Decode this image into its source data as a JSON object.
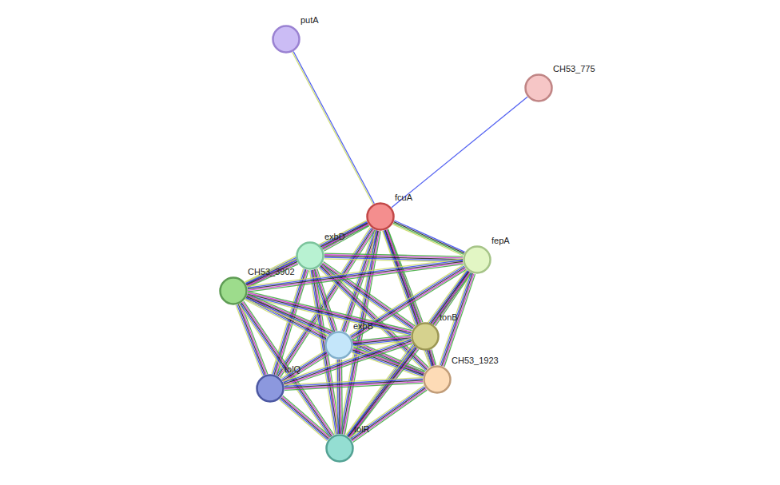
{
  "diagram": {
    "nodes": [
      {
        "text": [
          "putA"
        ]
      },
      {
        "text": [
          "CH53_775"
        ]
      },
      {
        "text": [
          "fcuA"
        ]
      },
      {
        "text": [
          "exbD"
        ]
      },
      {
        "text": [
          "fepA"
        ]
      },
      {
        "text": [
          "CH53_3902"
        ]
      },
      {
        "text": [
          "exbB"
        ]
      },
      {
        "text": [
          "tonB"
        ]
      },
      {
        "text": [
          "CH53_1923"
        ]
      },
      {
        "text": [
          "tolQ"
        ]
      },
      {
        "text": [
          "tolR"
        ]
      }
    ],
    "edges": [
      {
        "from": 0,
        "to": 2,
        "arrow": "none"
      },
      {
        "from": 1,
        "to": 2,
        "arrow": "none"
      },
      {
        "from": 2,
        "to": 3,
        "arrow": "none"
      },
      {
        "from": 2,
        "to": 4,
        "arrow": "none"
      },
      {
        "from": 2,
        "to": 5,
        "arrow": "none"
      },
      {
        "from": 2,
        "to": 6,
        "arrow": "none"
      },
      {
        "from": 2,
        "to": 7,
        "arrow": "none"
      },
      {
        "from": 2,
        "to": 8,
        "arrow": "none"
      },
      {
        "from": 2,
        "to": 9,
        "arrow": "none"
      },
      {
        "from": 2,
        "to": 10,
        "arrow": "none"
      },
      {
        "from": 3,
        "to": 4,
        "arrow": "none"
      },
      {
        "from": 3,
        "to": 5,
        "arrow": "none"
      },
      {
        "from": 3,
        "to": 6,
        "arrow": "none"
      },
      {
        "from": 3,
        "to": 7,
        "arrow": "none"
      },
      {
        "from": 3,
        "to": 8,
        "arrow": "none"
      },
      {
        "from": 3,
        "to": 9,
        "arrow": "none"
      },
      {
        "from": 3,
        "to": 10,
        "arrow": "none"
      },
      {
        "from": 4,
        "to": 5,
        "arrow": "none"
      },
      {
        "from": 4,
        "to": 6,
        "arrow": "none"
      },
      {
        "from": 4,
        "to": 7,
        "arrow": "none"
      },
      {
        "from": 4,
        "to": 8,
        "arrow": "none"
      },
      {
        "from": 4,
        "to": 10,
        "arrow": "none"
      },
      {
        "from": 5,
        "to": 6,
        "arrow": "none"
      },
      {
        "from": 5,
        "to": 7,
        "arrow": "none"
      },
      {
        "from": 5,
        "to": 8,
        "arrow": "none"
      },
      {
        "from": 5,
        "to": 9,
        "arrow": "none"
      },
      {
        "from": 5,
        "to": 10,
        "arrow": "none"
      },
      {
        "from": 6,
        "to": 7,
        "arrow": "none"
      },
      {
        "from": 6,
        "to": 8,
        "arrow": "none"
      },
      {
        "from": 6,
        "to": 9,
        "arrow": "none"
      },
      {
        "from": 6,
        "to": 10,
        "arrow": "none"
      },
      {
        "from": 7,
        "to": 8,
        "arrow": "none"
      },
      {
        "from": 7,
        "to": 9,
        "arrow": "none"
      },
      {
        "from": 7,
        "to": 10,
        "arrow": "none"
      },
      {
        "from": 8,
        "to": 9,
        "arrow": "none"
      },
      {
        "from": 8,
        "to": 10,
        "arrow": "none"
      },
      {
        "from": 9,
        "to": 10,
        "arrow": "none"
      }
    ]
  }
}
